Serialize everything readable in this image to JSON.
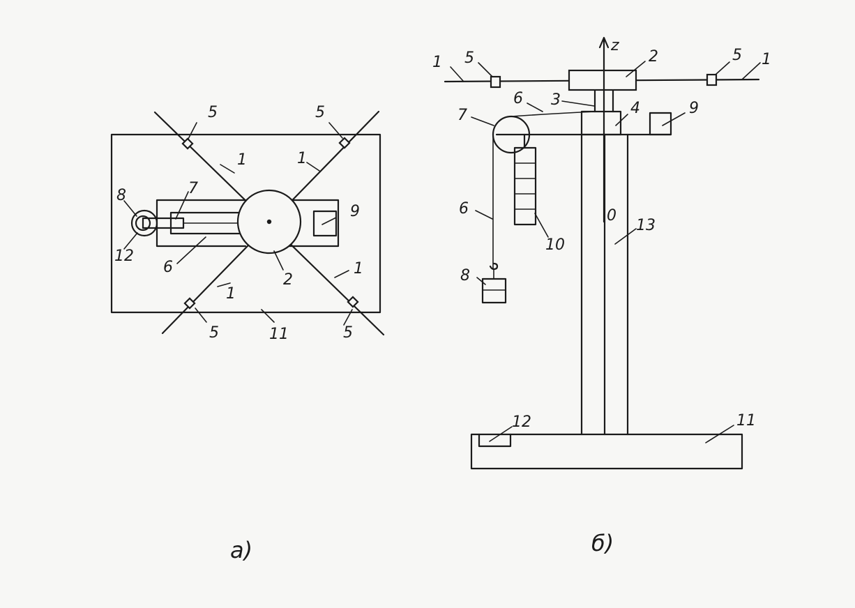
{
  "figure": {
    "caption_a": "a)",
    "caption_b": "б)",
    "axis_z": "z",
    "origin": "0"
  },
  "labels_a": {
    "arm_top_left": "1",
    "arm_top_right": "1",
    "arm_bottom_left": "1",
    "arm_bottom_right": "1",
    "disk": "2",
    "thread": "6",
    "pulley": "7",
    "weight": "8",
    "box": "9",
    "base": "11",
    "stop": "12",
    "clamp_top_left": "5",
    "clamp_top_right": "5",
    "clamp_bottom_left": "5",
    "clamp_bottom_right": "5"
  },
  "labels_b": {
    "arm_left": "1",
    "arm_right": "1",
    "disk": "2",
    "shaft": "3",
    "bearing": "4",
    "clamp_left": "5",
    "clamp_right": "5",
    "thread_top": "6",
    "thread_side": "6",
    "pulley": "7",
    "weight": "8",
    "box": "9",
    "scale": "10",
    "base": "11",
    "stop": "12",
    "column": "13"
  }
}
